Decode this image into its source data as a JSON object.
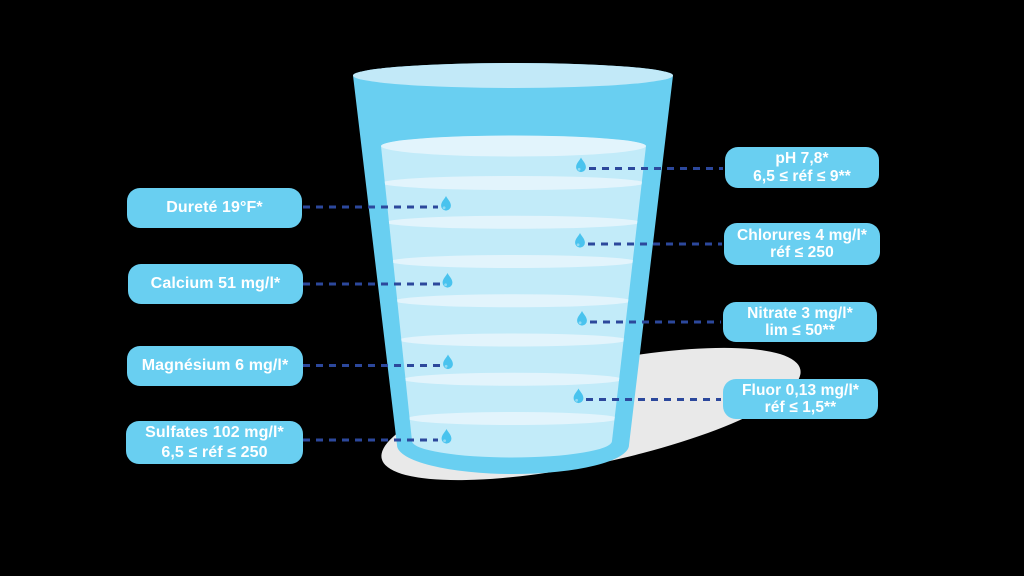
{
  "background_color": "#000000",
  "colors": {
    "label_box": "#69CFF1",
    "glass_body": "#69CFF1",
    "glass_rim": "#C2E9F8",
    "water": "#C2EBF9",
    "water_wave": "#E2F4FC",
    "droplet": "#49C3EE",
    "dashed_line": "#2C489C",
    "shadow": "#E9E9E9",
    "label_text": "#FFFFFF"
  },
  "labels": [
    {
      "id": "durete",
      "side": "left",
      "lines": [
        "Dureté 19°F*"
      ]
    },
    {
      "id": "calcium",
      "side": "left",
      "lines": [
        "Calcium 51 mg/l*"
      ]
    },
    {
      "id": "magnesium",
      "side": "left",
      "lines": [
        "Magnésium 6 mg/l*"
      ]
    },
    {
      "id": "sulfates",
      "side": "left",
      "lines": [
        "Sulfates 102 mg/l*",
        "6,5 ≤ réf ≤ 250"
      ]
    },
    {
      "id": "ph",
      "side": "right",
      "lines": [
        "pH 7,8*",
        "6,5 ≤ réf ≤ 9**"
      ]
    },
    {
      "id": "chlorures",
      "side": "right",
      "lines": [
        "Chlorures 4 mg/l*",
        "réf ≤ 250"
      ]
    },
    {
      "id": "nitrate",
      "side": "right",
      "lines": [
        "Nitrate 3 mg/l*",
        "lim ≤ 50**"
      ]
    },
    {
      "id": "fluor",
      "side": "right",
      "lines": [
        "Fluor 0,13 mg/l*",
        "réf ≤ 1,5**"
      ]
    }
  ]
}
